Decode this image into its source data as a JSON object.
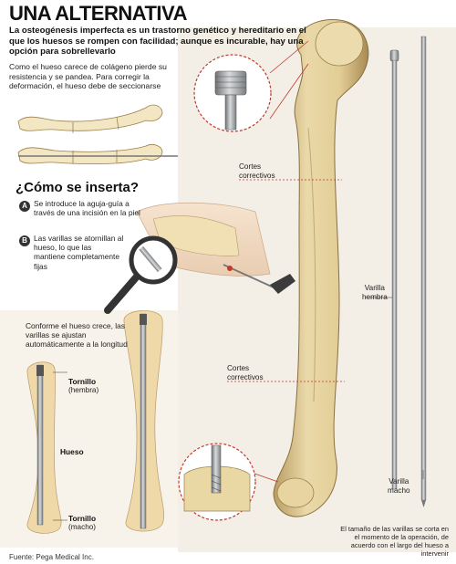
{
  "title": "UNA ALTERNATIVA",
  "subtitle": "La osteogénesis imperfecta es un trastorno genético y hereditario en el que los huesos se rompen con facilidad; aunque es incurable, hay una opción para sobrellevarlo",
  "intro": "Como el hueso carece de colágeno pierde su resistencia y se pandea. Para corregir la deformación, el hueso debe de seccionarse",
  "how_title": "¿Cómo se inserta?",
  "steps": [
    {
      "badge": "A",
      "text": "Se introduce la aguja-guía a través de una incisión en la piel"
    },
    {
      "badge": "B",
      "text": "Las varillas se atornillan al hueso, lo que las mantiene completamente fijas"
    }
  ],
  "growth_text": "Conforme el hueso crece, las varillas se ajustan automáticamente a la longitud",
  "labels": {
    "cortes_top": "Cortes\ncorrectivos",
    "cortes_bottom": "Cortes\ncorrectivos",
    "varilla_hembra": "Varilla\nhembra",
    "varilla_macho": "Varilla\nmacho",
    "tornillo_top_bold": "Tornillo",
    "tornillo_top_sub": "(hembra)",
    "tornillo_bottom_bold": "Tornillo",
    "tornillo_bottom_sub": "(macho)",
    "hueso": "Hueso"
  },
  "note": "El tamaño de las varillas se corta en el momento de la operación, de acuerdo con el largo del hueso a intervenir",
  "source": "Fuente: Pega Medical Inc.",
  "colors": {
    "bone": "#e8d6a4",
    "bone_shade": "#c9b07a",
    "accent": "#c0392b",
    "panel": "#f1ece1",
    "rod": "#9a9c9e"
  }
}
